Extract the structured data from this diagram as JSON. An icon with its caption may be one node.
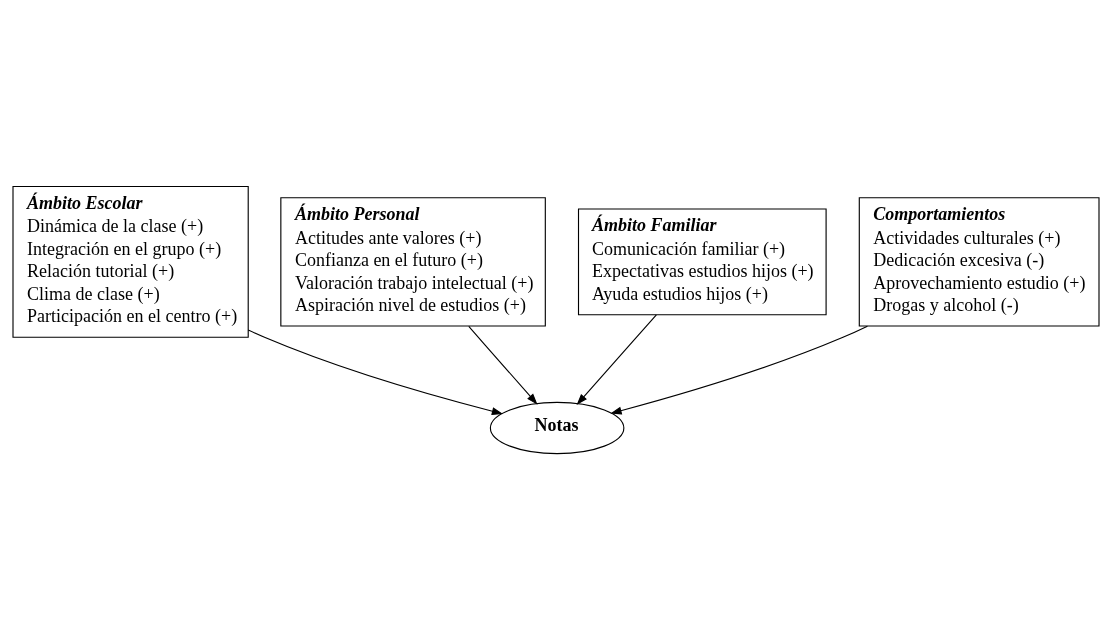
{
  "diagram": {
    "nodes": [
      {
        "text": [
          "Ámbito Personal",
          "Actitudes ante valores (+)",
          "Confianza en el futuro (+)",
          "Valoración trabajo intelectual (+)",
          "Aspiración nivel de estudios (+)"
        ]
      },
      {
        "text": [
          "Ámbito Familiar",
          "Comunicación familiar (+)",
          "Expectativas estudios hijos (+)",
          "Ayuda estudios hijos (+)"
        ]
      },
      {
        "text": [
          "Ámbito Escolar",
          "Dinámica de la clase (+)",
          "Integración en el grupo (+)",
          "Relación tutorial (+)",
          "Clima de clase (+)",
          "Participación en el centro (+)"
        ]
      },
      {
        "text": [
          "Comportamientos",
          "Actividades culturales (+)",
          "Dedicación excesiva (-)",
          "Aprovechamiento estudio (+)",
          "Drogas y alcohol (-)"
        ]
      },
      {
        "text": [
          "Notas"
        ]
      }
    ],
    "edges": [
      {
        "from": 0,
        "to": 4,
        "arrow": "to"
      },
      {
        "from": 1,
        "to": 4,
        "arrow": "to"
      },
      {
        "from": 2,
        "to": 4,
        "arrow": "to"
      },
      {
        "from": 3,
        "to": 4,
        "arrow": "to"
      }
    ]
  }
}
